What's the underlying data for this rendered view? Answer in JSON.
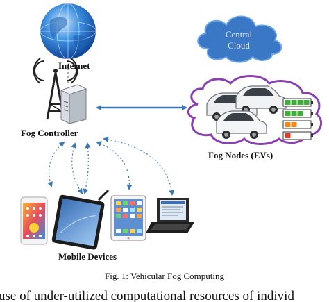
{
  "diagram": {
    "internet_label": "Internet",
    "cloud_label_line1": "Central",
    "cloud_label_line2": "Cloud",
    "controller_label": "Fog Controller",
    "fog_nodes_label": "Fog Nodes (EVs)",
    "devices_label": "Mobile Devices",
    "caption": "Fig. 1: Vehicular Fog Computing",
    "body_text": "use of under-utilized computational resources of individ"
  },
  "colors": {
    "arrow": "#3b78b5",
    "cloud_fill": "#3a78c6",
    "nodes_outline": "#8a3fb3",
    "battery_green": "#3fae3a",
    "battery_orange": "#f08a1c",
    "battery_red": "#e53b2a"
  },
  "battery_levels": [
    1.0,
    0.75,
    0.5,
    0.25
  ]
}
